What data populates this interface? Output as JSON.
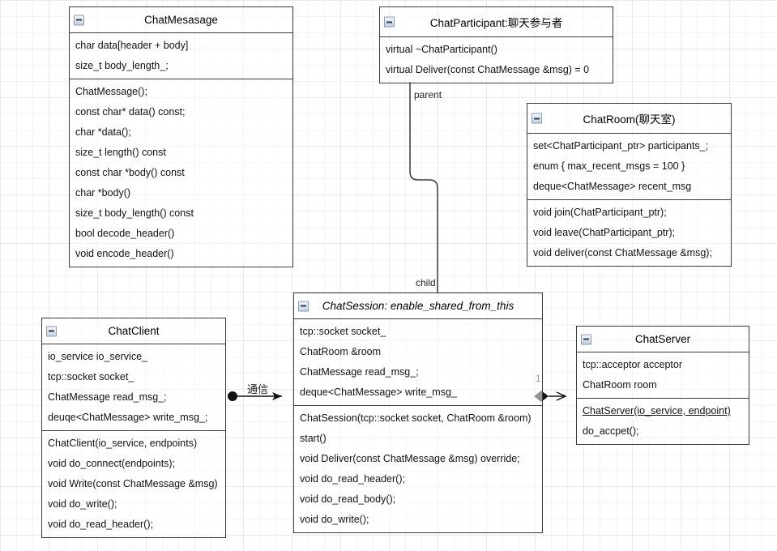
{
  "diagram": {
    "title": "UML class diagram - chat application",
    "background": {
      "grid_minor_color": "#f4f4f6",
      "grid_major_color": "#e9e9ec",
      "canvas_color": "#ffffff"
    },
    "line_color": "#3a3a3a"
  },
  "classes": [
    {
      "id": "chat-message",
      "name": "ChatMesasage",
      "italic": false,
      "collapse_icon": "minus-icon",
      "attributes": [
        "char data[header + body]",
        "size_t body_length_;"
      ],
      "operations": [
        "ChatMessage();",
        "const char* data() const;",
        "char *data();",
        "size_t length() const",
        "const char *body() const",
        "char *body()",
        "size_t body_length() const",
        "bool decode_header()",
        "void encode_header()"
      ]
    },
    {
      "id": "chat-participant",
      "name": "ChatParticipant:聊天参与者",
      "italic": false,
      "collapse_icon": "minus-icon",
      "attributes": [],
      "operations": [
        "virtual ~ChatParticipant()",
        "virtual Deliver(const ChatMessage &msg) = 0"
      ]
    },
    {
      "id": "chat-room",
      "name": "ChatRoom(聊天室)",
      "italic": false,
      "collapse_icon": "minus-icon",
      "attributes": [
        "set<ChatParticipant_ptr>  participants_;",
        "enum { max_recent_msgs = 100 }",
        "deque<ChatMessage> recent_msg"
      ],
      "operations": [
        "void join(ChatParticipant_ptr);",
        "void leave(ChatParticipant_ptr);",
        "void deliver(const ChatMessage &msg);"
      ]
    },
    {
      "id": "chat-client",
      "name": "ChatClient",
      "italic": false,
      "collapse_icon": "minus-icon",
      "attributes": [
        "io_service io_service_",
        "tcp::socket  socket_",
        "ChatMessage  read_msg_;",
        "deuqe<ChatMessage>  write_msg_;"
      ],
      "operations": [
        "ChatClient(io_service, endpoints)",
        "void do_connect(endpoints);",
        "void Write(const ChatMessage &msg)",
        "void do_write();",
        "void do_read_header();"
      ]
    },
    {
      "id": "chat-session",
      "name": "ChatSession: enable_shared_from_this",
      "italic": true,
      "collapse_icon": "minus-icon",
      "attributes": [
        "tcp::socket socket_",
        "ChatRoom &room",
        "ChatMessage read_msg_;",
        "deque<ChatMessage> write_msg_"
      ],
      "operations": [
        "ChatSession(tcp::socket socket, ChatRoom &room)",
        "start()",
        "void Deliver(const ChatMessage &msg) override;",
        "void do_read_header();",
        "void do_read_body();",
        "void do_write();"
      ]
    },
    {
      "id": "chat-server",
      "name": "ChatServer",
      "italic": false,
      "collapse_icon": "minus-icon",
      "attributes": [
        "tcp::acceptor acceptor",
        "ChatRoom room"
      ],
      "operations": [
        "ChatServer(io_service, endpoint)",
        "do_accpet();"
      ],
      "underlined_operations": [
        0
      ]
    }
  ],
  "connectors": [
    {
      "id": "participant-session",
      "from": "chat-participant",
      "to": "chat-session",
      "source_label": "parent",
      "target_label": "child",
      "style": "rounded-orthogonal"
    },
    {
      "id": "client-session",
      "from": "chat-client",
      "to": "chat-session",
      "label": "通信",
      "style": "arrow-with-ball"
    },
    {
      "id": "session-server",
      "from": "chat-session",
      "to": "chat-server",
      "multiplicity": "1",
      "style": "composition-arrow"
    }
  ]
}
